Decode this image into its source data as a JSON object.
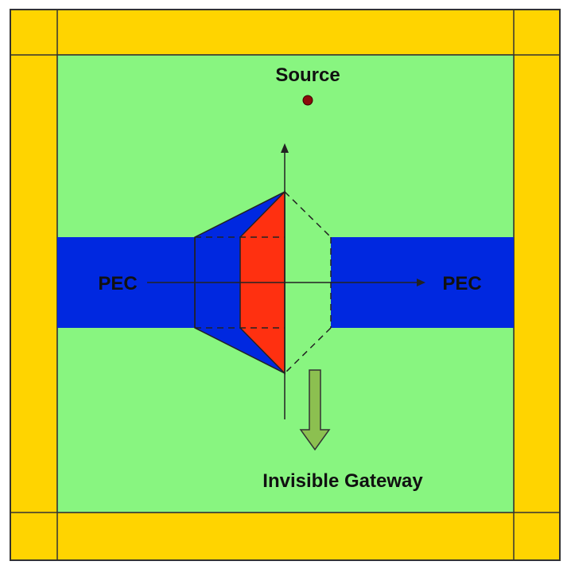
{
  "labels": {
    "source": "Source",
    "pec_left": "PEC",
    "pec_right": "PEC",
    "gateway": "Invisible Gateway"
  },
  "colors": {
    "pml_border": "#FFD400",
    "background_region": "#88F580",
    "pec": "#0028E0",
    "gateway_material": "#FF3010",
    "source_dot": "#8B0A0A",
    "arrow_fill": "#8CC050",
    "outline": "#333333"
  },
  "icons": {
    "source": "dot-icon",
    "gateway_pointer": "down-arrow-icon"
  }
}
